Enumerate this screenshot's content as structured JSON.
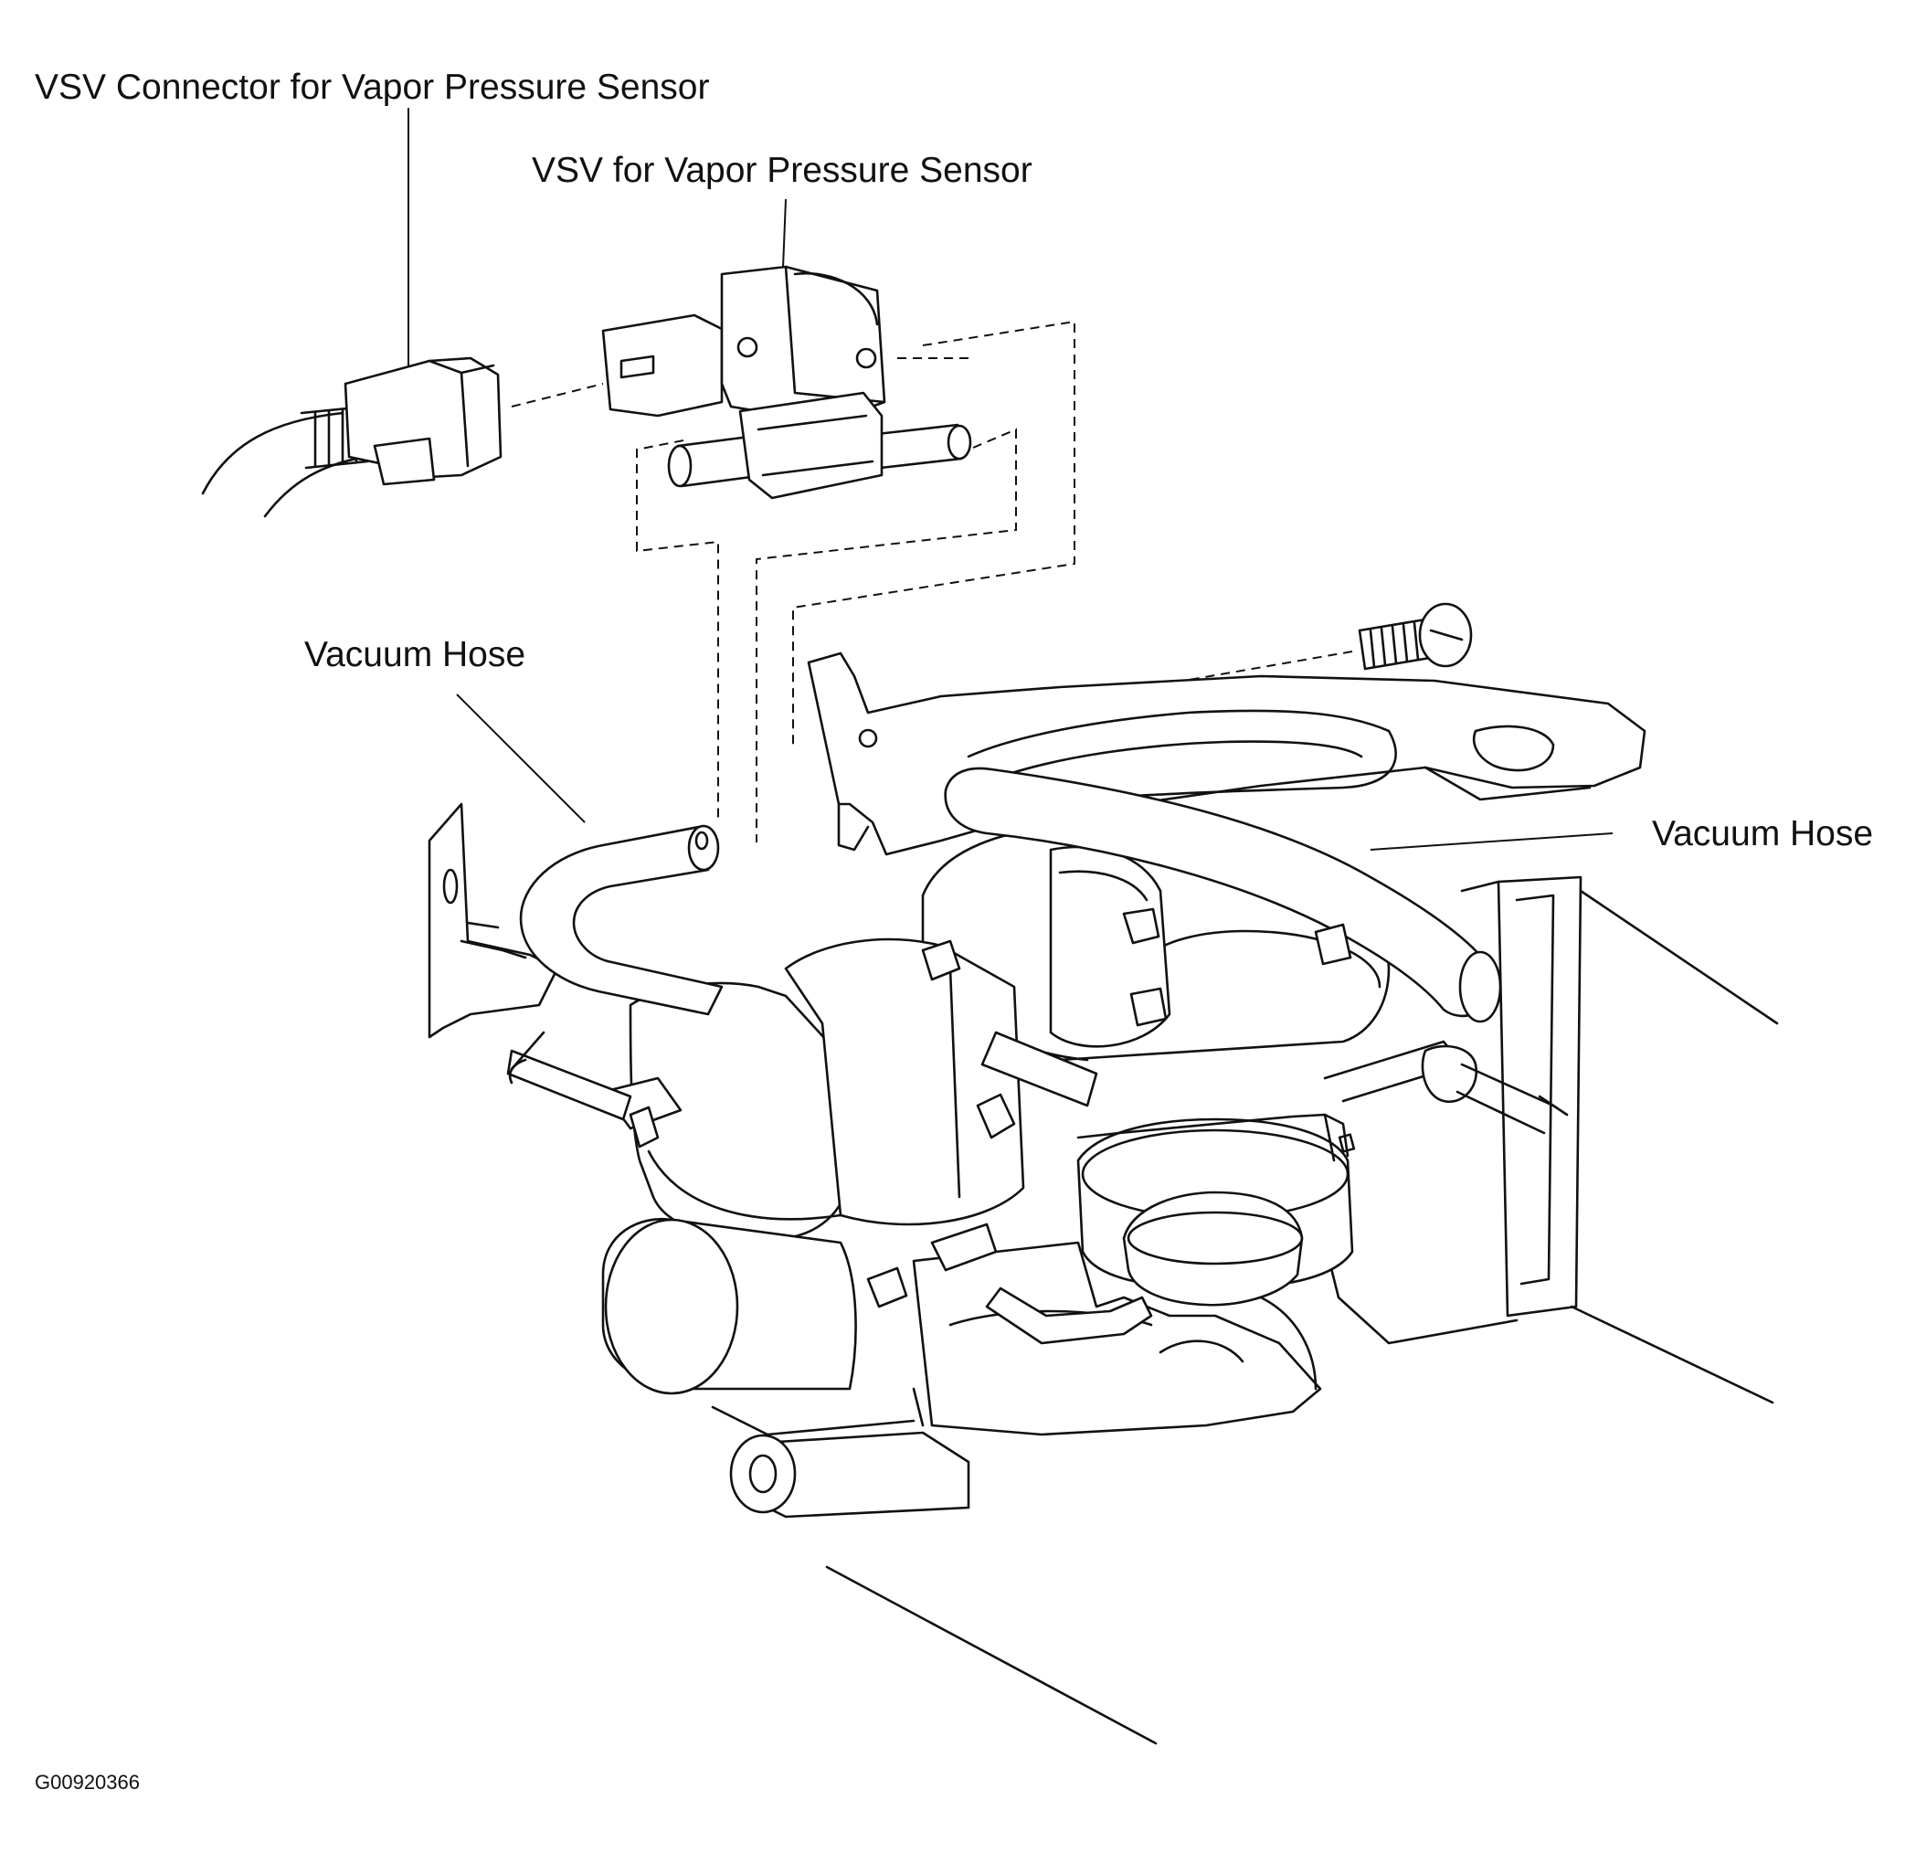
{
  "labels": {
    "vsv_connector": "VSV Connector for Vapor Pressure Sensor",
    "vsv": "VSV for Vapor Pressure Sensor",
    "vacuum_hose_left": "Vacuum Hose",
    "vacuum_hose_right": "Vacuum Hose"
  },
  "figure_code": "G00920366"
}
